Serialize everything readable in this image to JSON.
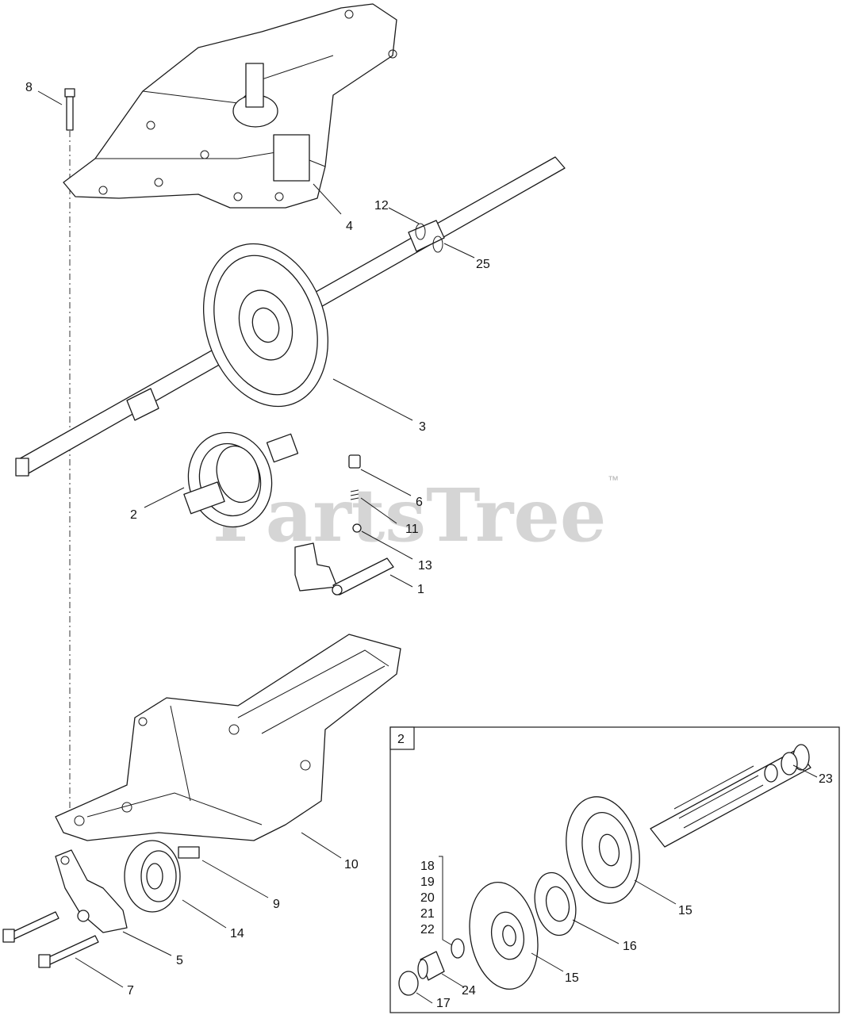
{
  "watermark": {
    "brand": "PartsTree",
    "trademark": "™"
  },
  "callouts": {
    "c8": "8",
    "c4": "4",
    "c12": "12",
    "c25": "25",
    "c3": "3",
    "c2": "2",
    "c6": "6",
    "c11": "11",
    "c13": "13",
    "c1": "1",
    "c10": "10",
    "c9": "9",
    "c14": "14",
    "c5": "5",
    "c7": "7"
  },
  "detail_inset": {
    "label": "2",
    "callouts": {
      "c23": "23",
      "c15a": "15",
      "c16": "16",
      "c15b": "15",
      "c24": "24",
      "c17": "17"
    },
    "bracket_group": [
      "18",
      "19",
      "20",
      "21",
      "22"
    ]
  }
}
